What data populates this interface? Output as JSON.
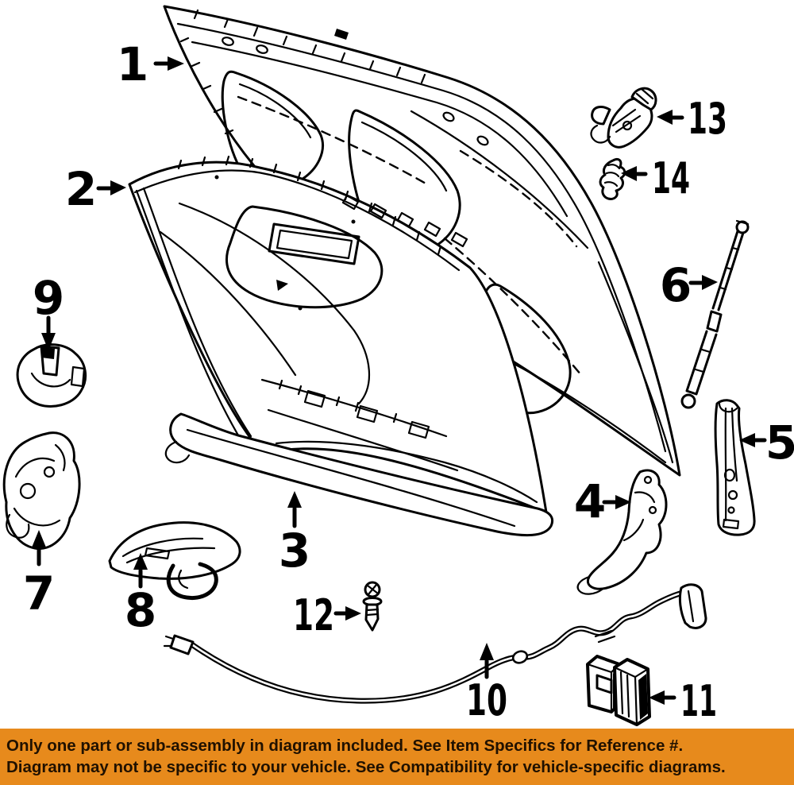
{
  "diagram": {
    "background_color": "#FFFFFF",
    "line_color": "#000000",
    "callouts": [
      {
        "label": "1"
      },
      {
        "label": "2"
      },
      {
        "label": "3"
      },
      {
        "label": "4"
      },
      {
        "label": "5"
      },
      {
        "label": "6"
      },
      {
        "label": "7"
      },
      {
        "label": "8"
      },
      {
        "label": "9"
      },
      {
        "label": "10"
      },
      {
        "label": "11"
      },
      {
        "label": "12"
      },
      {
        "label": "13"
      },
      {
        "label": "14"
      }
    ]
  },
  "banner": {
    "line1": "Only one part or sub-assembly in diagram included. See Item Specifics for Reference #.",
    "line2": "Diagram may not be specific to your vehicle. See Compatibility for vehicle-specific diagrams.",
    "background_color": "#E78A1C",
    "text_color": "#201100"
  }
}
